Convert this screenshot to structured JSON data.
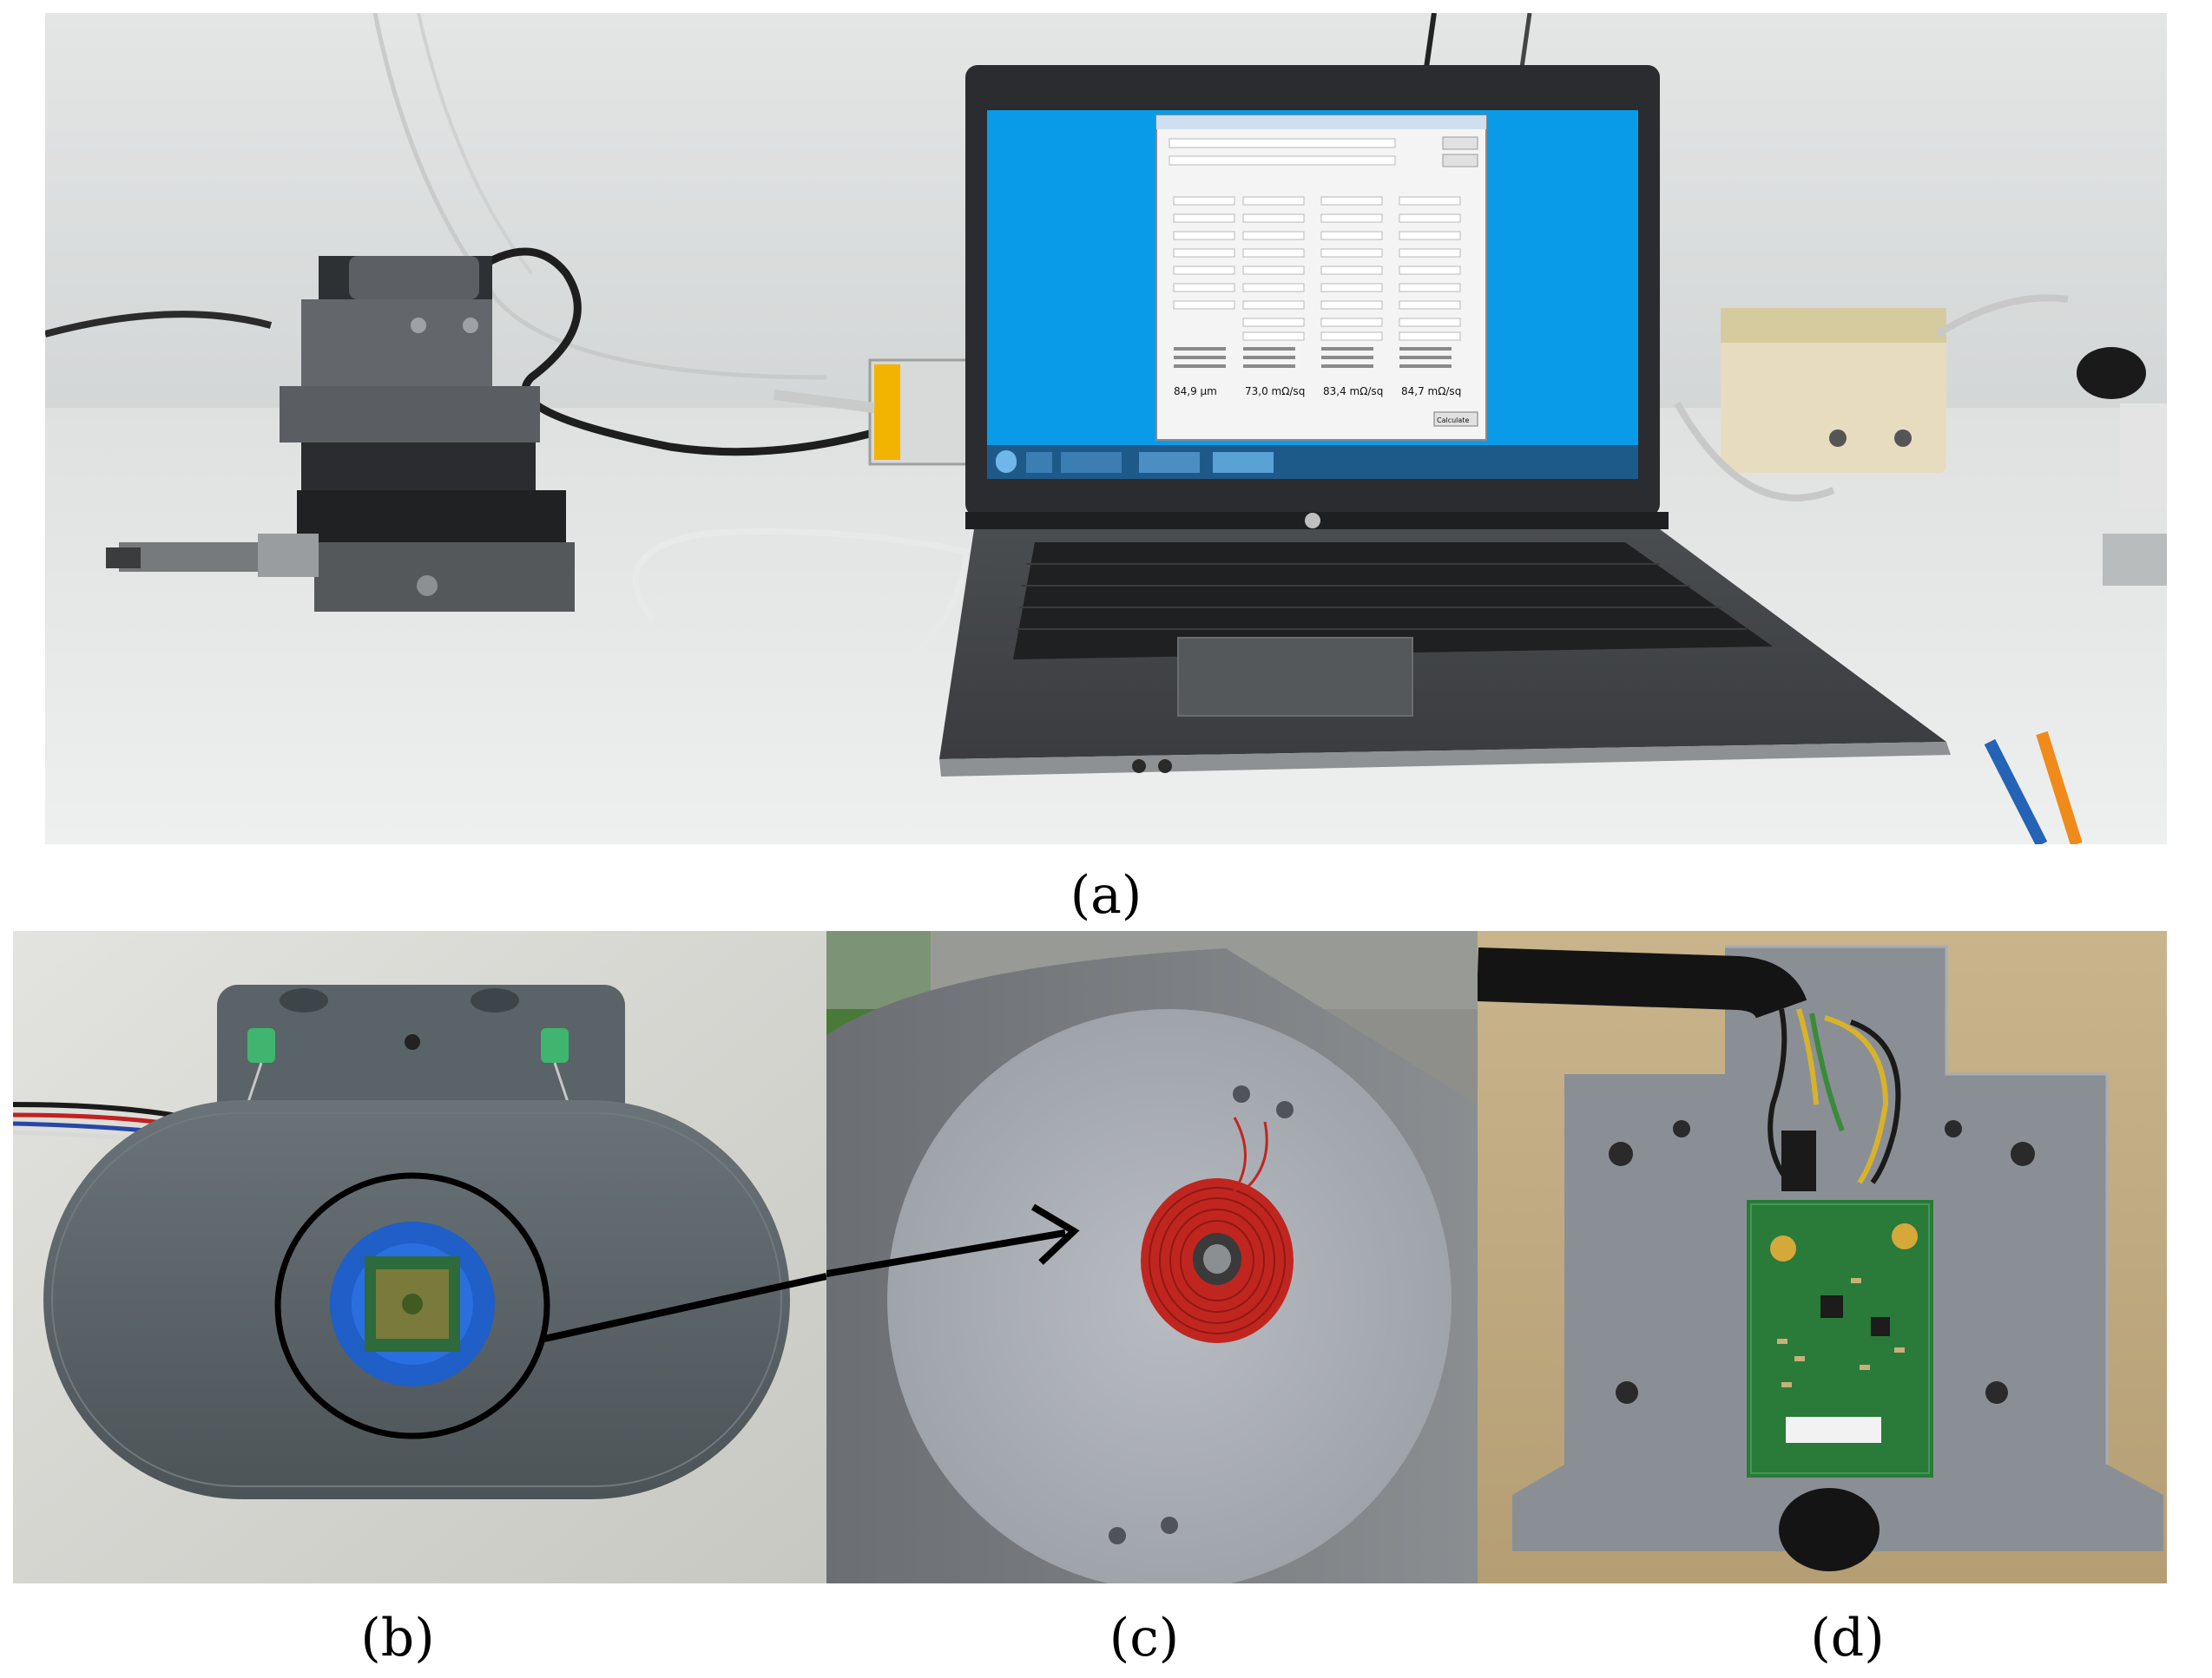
{
  "panels": {
    "a": {
      "caption": "(a)"
    },
    "b": {
      "caption": "(b)"
    },
    "c": {
      "caption": "(c)"
    },
    "d": {
      "caption": "(d)"
    }
  },
  "laptop_screen": {
    "readouts": [
      "84,9 µm",
      "73,0 mΩ/sq",
      "83,4 mΩ/sq",
      "84,7 mΩ/sq"
    ],
    "button": "Calculate"
  },
  "colors": {
    "desktop_blue": "#0a9be8",
    "pcb_green": "#2a7a3a",
    "coil_red": "#c0261f",
    "housing_gray": "#5d666b"
  }
}
